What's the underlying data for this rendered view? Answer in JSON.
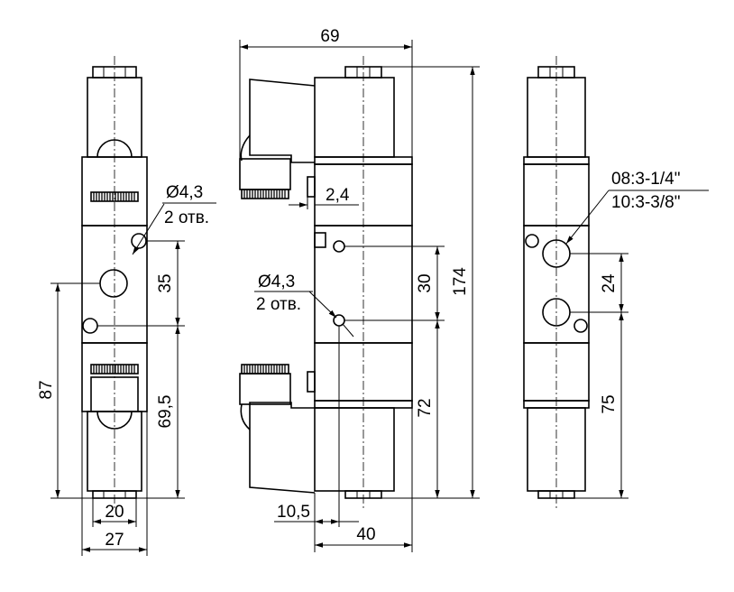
{
  "left_view": {
    "hole_diameter": "Ø4,3",
    "hole_count": "2 отв.",
    "dim_hole_spacing": "35",
    "dim_total_height": "87",
    "dim_lower_height": "69,5",
    "dim_inner_width": "20",
    "dim_outer_width": "27"
  },
  "center_view": {
    "dim_total_width": "69",
    "dim_pin_offset": "2,4",
    "hole_diameter": "Ø4,3",
    "hole_count": "2 отв.",
    "dim_hole_spacing": "30",
    "dim_total_height": "174",
    "dim_lower_height": "72",
    "dim_offset": "10,5",
    "dim_body_width": "40"
  },
  "right_view": {
    "port_label_1": "08:3-1/4\"",
    "port_label_2": "10:3-3/8\"",
    "dim_port_spacing": "24",
    "dim_lower_height": "75"
  }
}
